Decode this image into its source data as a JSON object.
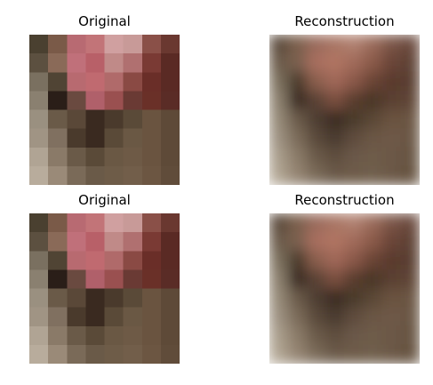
{
  "panels": [
    {
      "title": "Original",
      "kind": "original"
    },
    {
      "title": "Reconstruction",
      "kind": "reconstruction"
    },
    {
      "title": "Original",
      "kind": "original"
    },
    {
      "title": "Reconstruction",
      "kind": "reconstruction"
    }
  ]
}
